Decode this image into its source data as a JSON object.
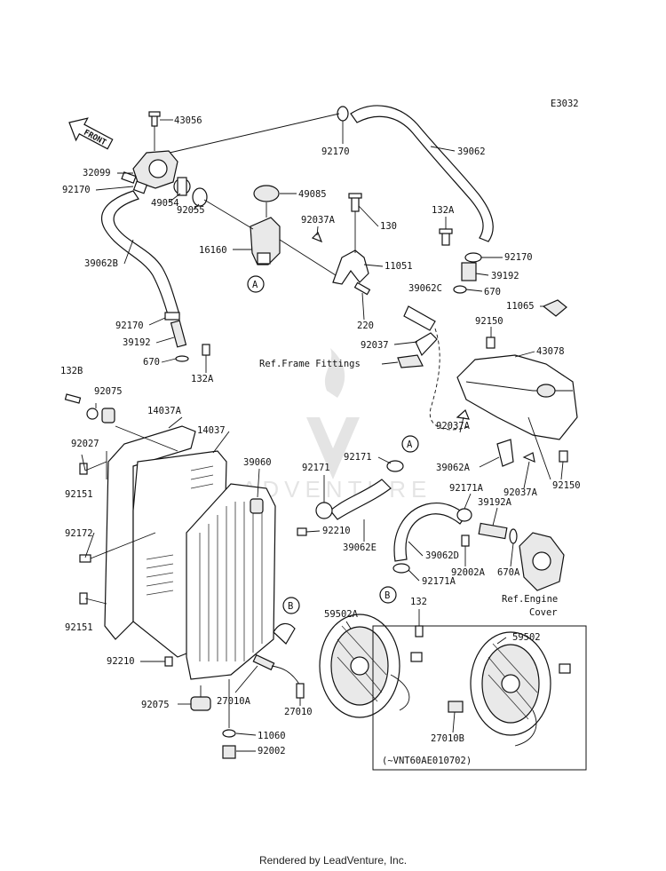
{
  "diagram": {
    "code": "E3032",
    "front_label": "FRONT",
    "watermark_text": "ADVENTURE",
    "ref_notes": [
      "Ref.Frame Fittings",
      "Ref.Engine",
      "Cover"
    ],
    "variant_note": "(~VNT60AE010702)",
    "callouts": [
      "A",
      "A",
      "B",
      "B"
    ],
    "parts": [
      "43056",
      "32099",
      "92170",
      "49054",
      "92055",
      "39062B",
      "92170",
      "39192",
      "670",
      "132A",
      "92170",
      "39062",
      "49085",
      "92037A",
      "130",
      "16160",
      "11051",
      "220",
      "132A",
      "92170",
      "39192",
      "670",
      "39062C",
      "11065",
      "92037",
      "92150",
      "43078",
      "132B",
      "92075",
      "14037A",
      "14037",
      "92027",
      "92151",
      "39060",
      "92171",
      "92171",
      "92037A",
      "39062A",
      "92150",
      "92037A",
      "92172",
      "92210",
      "39062E",
      "92171A",
      "39192A",
      "39062D",
      "92002A",
      "670A",
      "92171A",
      "92151",
      "59502A",
      "132",
      "59502",
      "92210",
      "27010A",
      "27010",
      "92075",
      "27010B",
      "11060",
      "92002"
    ]
  },
  "footer": "Rendered by LeadVenture, Inc."
}
